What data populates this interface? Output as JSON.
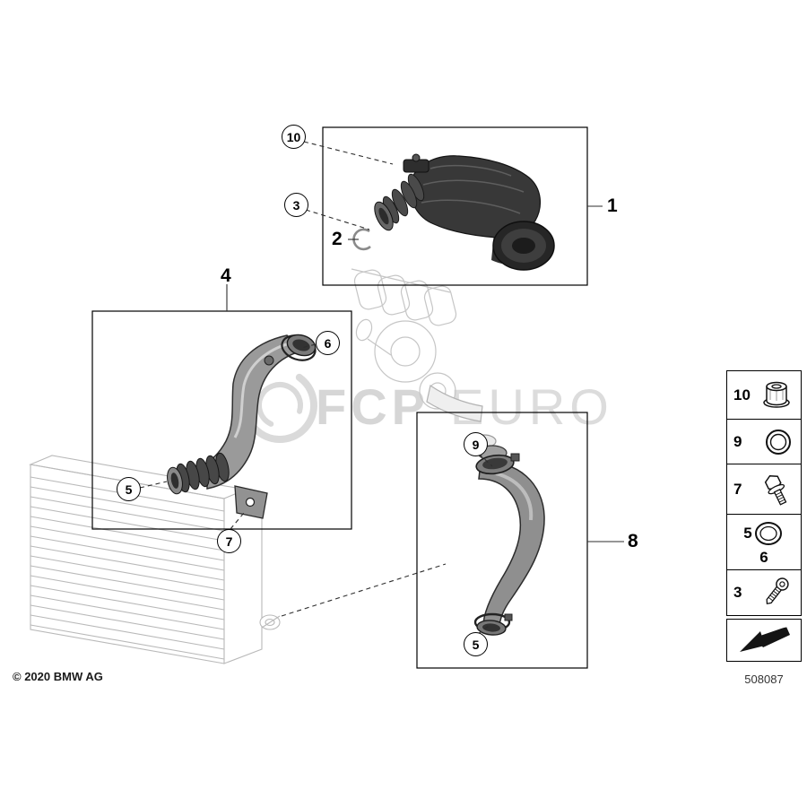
{
  "page": {
    "copyright": "© 2020 BMW AG",
    "diagram_number": "508087"
  },
  "watermark": {
    "left": "FCP",
    "right": "EURO"
  },
  "callouts": [
    {
      "id": "10"
    },
    {
      "id": "3"
    },
    {
      "id": "6"
    },
    {
      "id": "5"
    },
    {
      "id": "7"
    },
    {
      "id": "9"
    },
    {
      "id": "5"
    }
  ],
  "labels": [
    {
      "id": "1"
    },
    {
      "id": "2"
    },
    {
      "id": "4"
    },
    {
      "id": "8"
    }
  ],
  "legend": {
    "items": [
      {
        "id": "10",
        "icon": "flange-nut"
      },
      {
        "id": "9",
        "icon": "o-ring"
      },
      {
        "id": "7",
        "icon": "hex-bolt"
      },
      {
        "id": "5",
        "icon": "o-ring"
      },
      {
        "id": "6",
        "icon": "none"
      },
      {
        "id": "3",
        "icon": "screw"
      }
    ],
    "arrow_icon": "continuation-arrow"
  }
}
